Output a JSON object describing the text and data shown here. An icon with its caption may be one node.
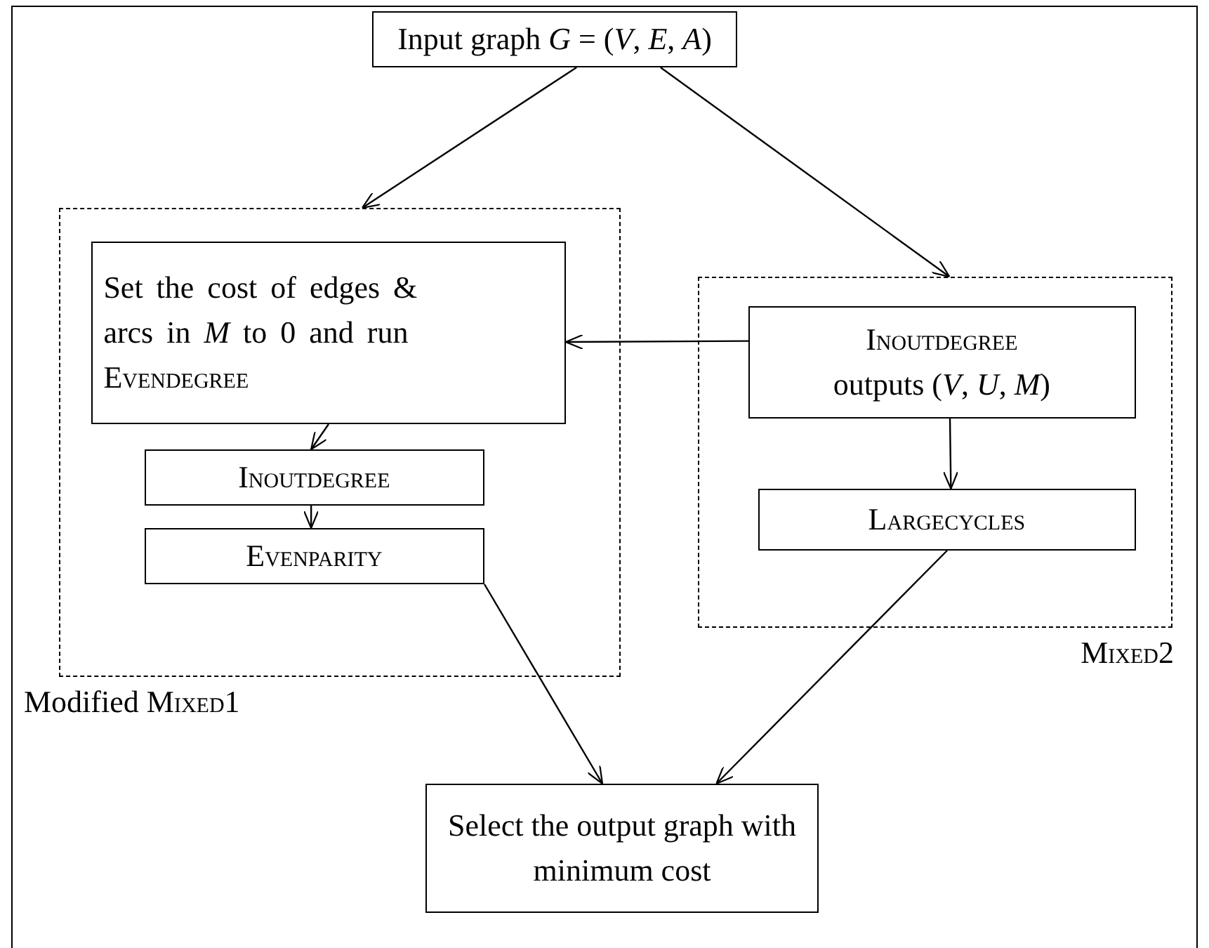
{
  "diagram": {
    "nodes": [
      {
        "text": [
          "Input graph *G* = (*V*, *E*, *A*)"
        ]
      },
      {
        "text": [
          "Modified Mixed1"
        ]
      },
      {
        "text": [
          "Set the cost of edges & arcs in *M* to 0 and run Evendegree"
        ],
        "in": 1
      },
      {
        "text": [
          "Inoutdegree"
        ],
        "in": 1
      },
      {
        "text": [
          "Evenparity"
        ],
        "in": 1
      },
      {
        "text": [
          "Mixed2"
        ]
      },
      {
        "text": [
          "Inoutdegree outputs (*V*, *U*, *M*)"
        ],
        "in": 5
      },
      {
        "text": [
          "Largecycles"
        ],
        "in": 5
      },
      {
        "text": [
          "Select the output graph with minimum cost"
        ]
      }
    ],
    "edges": [
      {
        "from": 0,
        "to": 1,
        "arrow": "to"
      },
      {
        "from": 0,
        "to": 5,
        "arrow": "to"
      },
      {
        "from": 6,
        "to": 2,
        "arrow": "to"
      },
      {
        "from": 2,
        "to": 3,
        "arrow": "to"
      },
      {
        "from": 3,
        "to": 4,
        "arrow": "to"
      },
      {
        "from": 6,
        "to": 7,
        "arrow": "to"
      },
      {
        "from": 4,
        "to": 8,
        "arrow": "to"
      },
      {
        "from": 7,
        "to": 8,
        "arrow": "to"
      }
    ]
  }
}
